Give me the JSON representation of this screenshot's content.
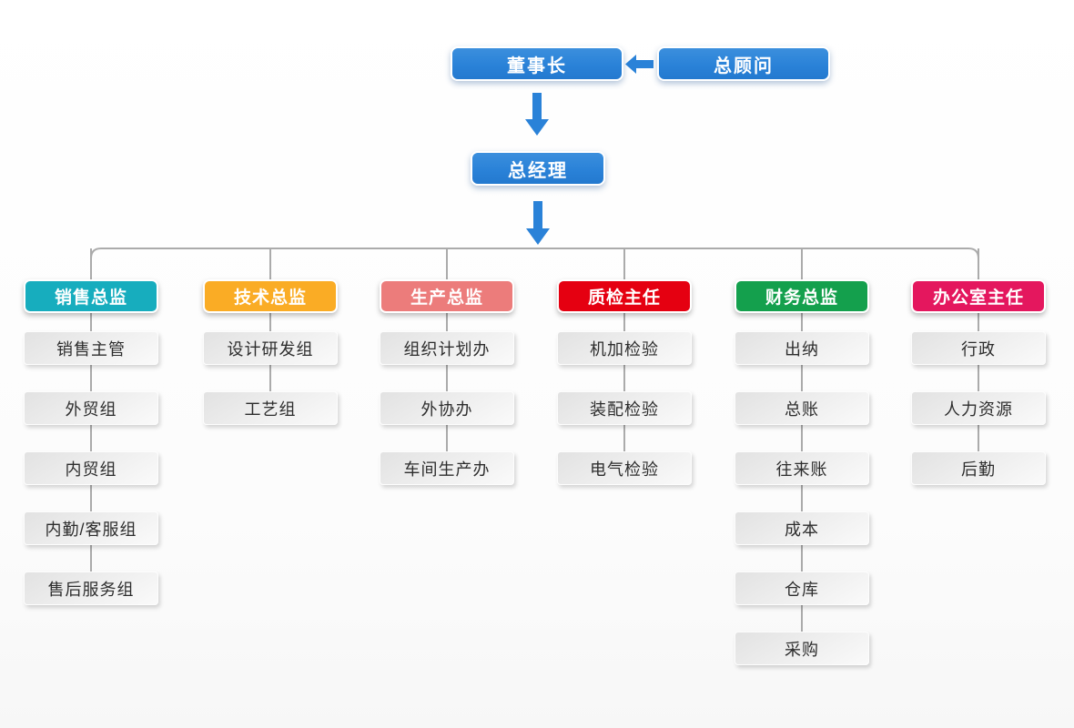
{
  "top": {
    "chairman": "董事长",
    "consultant": "总顾问",
    "general_manager": "总经理"
  },
  "columns": [
    {
      "title": "销售总监",
      "color": "#17ADBE",
      "items": [
        "销售主管",
        "外贸组",
        "内贸组",
        "内勤/客服组",
        "售后服务组"
      ]
    },
    {
      "title": "技术总监",
      "color": "#FAAC25",
      "items": [
        "设计研发组",
        "工艺组"
      ]
    },
    {
      "title": "生产总监",
      "color": "#EC7C7B",
      "items": [
        "组织计划办",
        "外协办",
        "车间生产办"
      ]
    },
    {
      "title": "质检主任",
      "color": "#E50011",
      "items": [
        "机加检验",
        "装配检验",
        "电气检验"
      ]
    },
    {
      "title": "财务总监",
      "color": "#14A04D",
      "items": [
        "出纳",
        "总账",
        "往来账",
        "成本",
        "仓库",
        "采购"
      ]
    },
    {
      "title": "办公室主任",
      "color": "#E4175E",
      "items": [
        "行政",
        "人力资源",
        "后勤"
      ]
    }
  ],
  "colors": {
    "node_blue": "#2A82D8",
    "connector": "#ABABAB"
  },
  "icons": {
    "arrow_down": "arrow-down-icon",
    "arrow_left": "arrow-left-icon"
  }
}
